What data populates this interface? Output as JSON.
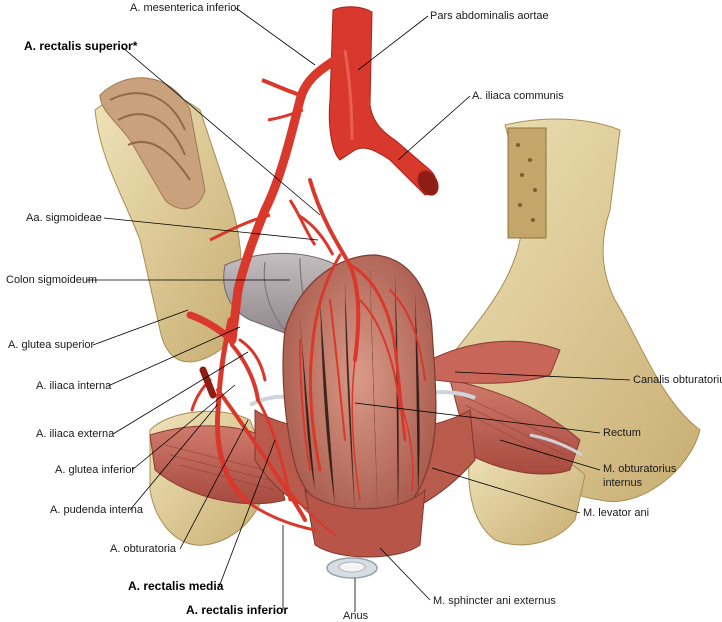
{
  "figure": {
    "labels": {
      "mesenterica_inferior": "A. mesenterica inferior",
      "pars_abdominalis": "Pars abdominalis aortae",
      "rectalis_superior": "A. rectalis superior*",
      "iliaca_communis": "A. iliaca communis",
      "sigmoideae": "Aa. sigmoideae",
      "colon_sigmoideum": "Colon sigmoideum",
      "glutea_superior": "A. glutea superior",
      "canalis_obturatorius": "Canalis obturatorius",
      "iliaca_interna": "A. iliaca interna",
      "rectum": "Rectum",
      "iliaca_externa": "A. iliaca externa",
      "obturatorius_internus_1": "M. obturatorius",
      "obturatorius_internus_2": "internus",
      "glutea_inferior": "A. glutea inferior",
      "pudenda_interna": "A. pudenda interna",
      "levator_ani": "M. levator ani",
      "obturatoria": "A. obturatoria",
      "rectalis_media": "A. rectalis media",
      "sphincter": "M. sphincter ani externus",
      "rectalis_inferior": "A. rectalis inferior",
      "anus": "Anus"
    },
    "colors": {
      "artery": "#d9382c",
      "artery_dark": "#a8221a",
      "bone": "#e6d7a8",
      "bone_dark": "#bfa66d",
      "muscle": "#c9675a",
      "muscle_dark": "#9e3f35",
      "colon": "#a9a2a4",
      "tendon": "#cfd3da"
    }
  }
}
